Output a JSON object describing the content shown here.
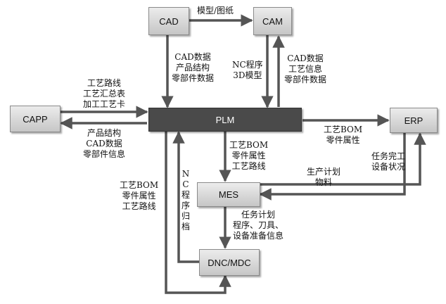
{
  "nodes": {
    "cad": "CAD",
    "cam": "CAM",
    "capp": "CAPP",
    "plm": "PLM",
    "erp": "ERP",
    "mes": "MES",
    "dnc": "DNC/MDC"
  },
  "labels": {
    "cad_to_cam": "模型/图纸",
    "cad_to_plm": [
      "CAD数据",
      "产品结构",
      "零部件数据"
    ],
    "cam_to_plm": [
      "NC程序",
      "3D模型"
    ],
    "plm_to_cam": [
      "CAD数据",
      "工艺信息",
      "零部件数据"
    ],
    "capp_to_plm": [
      "工艺路线",
      "工艺汇总表",
      "加工工艺卡"
    ],
    "plm_to_capp": [
      "产品结构",
      "CAD数据",
      "零部件信息"
    ],
    "plm_to_erp": [
      "工艺BOM",
      "零件属性"
    ],
    "plm_to_mes": [
      "工艺BOM",
      "零件属性",
      "工艺路线"
    ],
    "erp_to_mes": [
      "生产计划",
      "物料"
    ],
    "mes_to_erp": [
      "任务完工",
      "设备状况"
    ],
    "mes_to_dnc": [
      "任务计划",
      "程序、刀具、",
      "设备准备信息"
    ],
    "dnc_to_plm": "NC程序归档",
    "plm_to_dnc": [
      "工艺BOM",
      "零件属性",
      "工艺路线"
    ]
  },
  "colors": {
    "arrow": "#555555",
    "plm_fill": "#4a4a4a",
    "box_fill": "#d6d6d6"
  }
}
